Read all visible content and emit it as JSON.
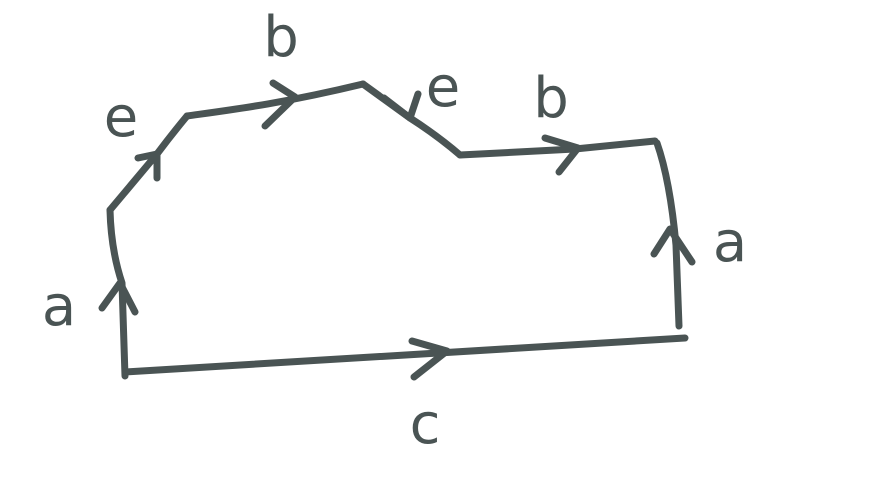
{
  "style": {
    "ink": "#4a5454"
  },
  "diagram": {
    "edges": [
      {
        "id": "left-a",
        "label": "a",
        "direction": "up"
      },
      {
        "id": "upper-e1",
        "label": "e",
        "direction": "up-right"
      },
      {
        "id": "upper-b1",
        "label": "b",
        "direction": "right"
      },
      {
        "id": "upper-e2",
        "label": "e",
        "direction": "down-right"
      },
      {
        "id": "upper-b2",
        "label": "b",
        "direction": "right"
      },
      {
        "id": "right-a",
        "label": "a",
        "direction": "up"
      },
      {
        "id": "bottom-c",
        "label": "c",
        "direction": "right"
      }
    ]
  }
}
